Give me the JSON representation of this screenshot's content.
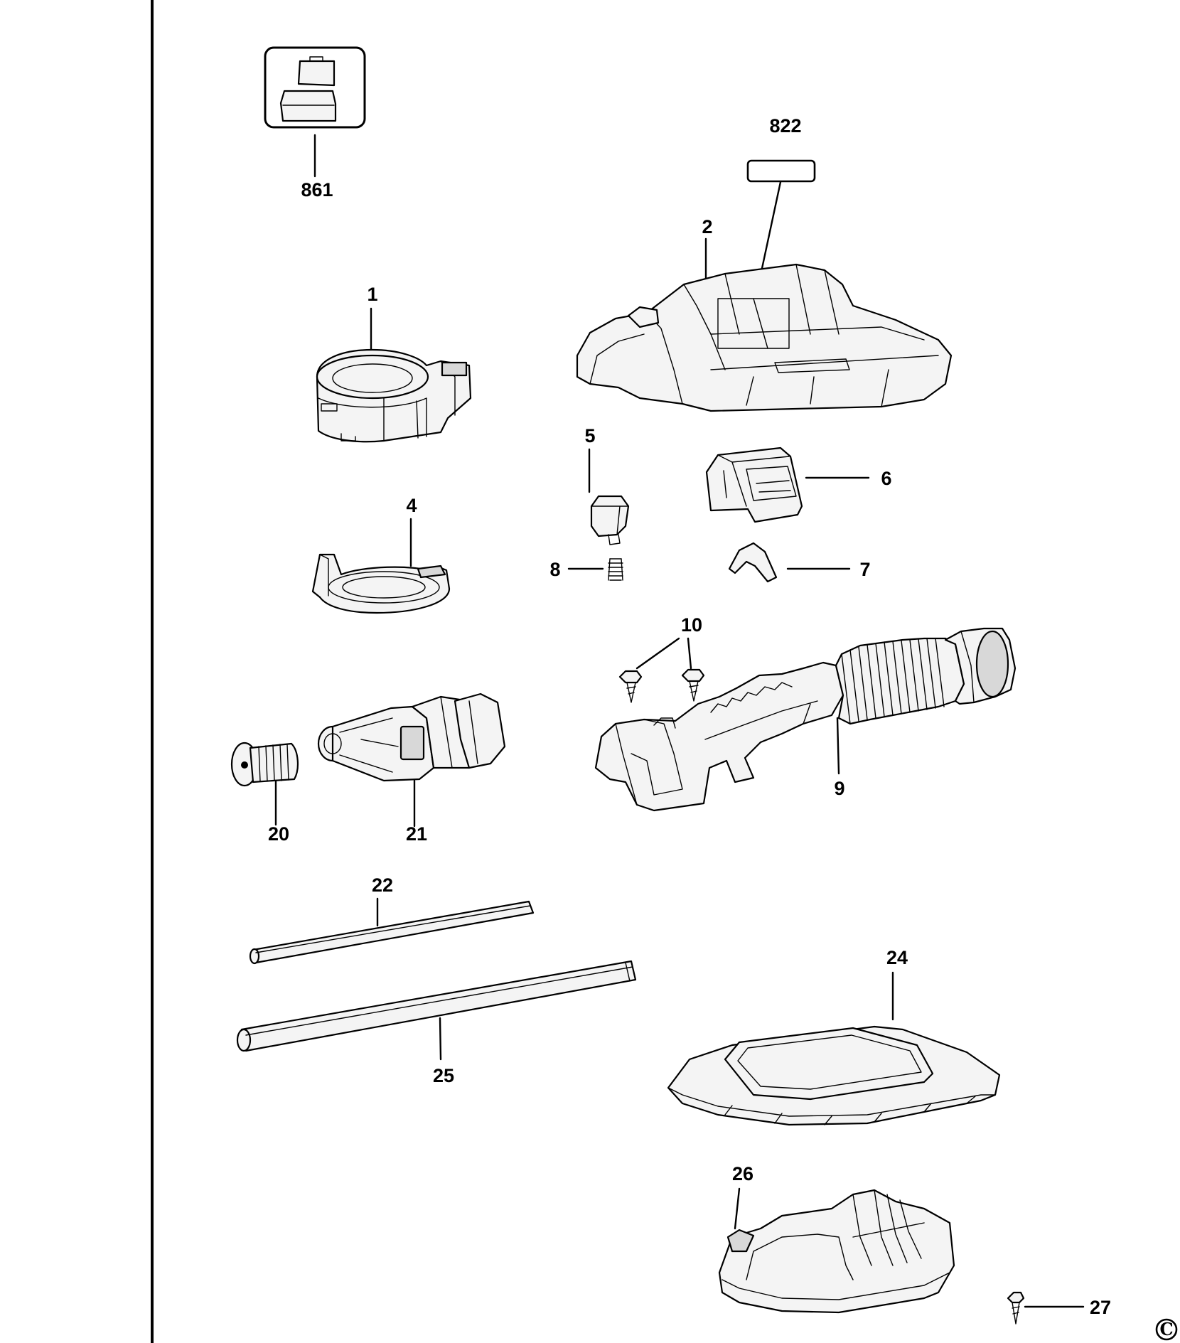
{
  "diagram": {
    "type": "exploded parts diagram",
    "callouts": {
      "c861": "861",
      "c822": "822",
      "c2": "2",
      "c1": "1",
      "c5": "5",
      "c6": "6",
      "c4": "4",
      "c8": "8",
      "c7": "7",
      "c10": "10",
      "c9": "9",
      "c20": "20",
      "c21": "21",
      "c22": "22",
      "c24": "24",
      "c25": "25",
      "c26": "26",
      "c27": "27"
    },
    "copyright": "C"
  }
}
